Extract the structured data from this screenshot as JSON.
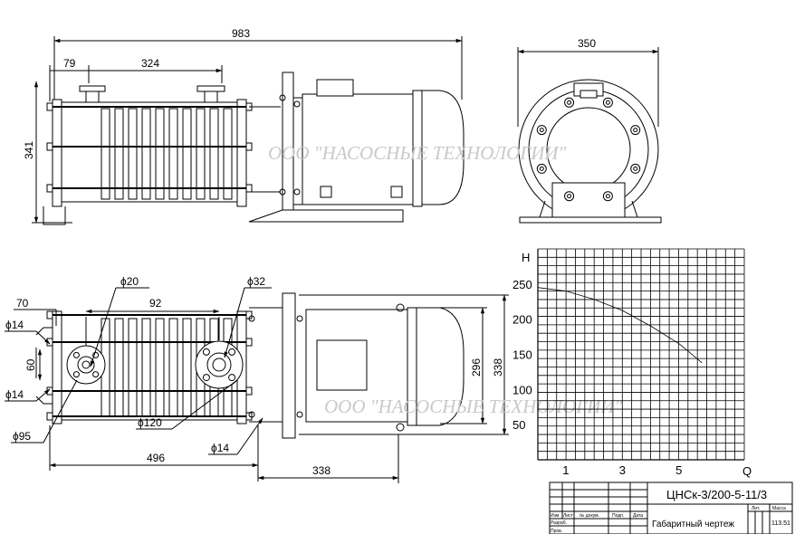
{
  "watermark": "ООО \"НАСОСНЫЕ ТЕХНОЛОГИИ\"",
  "dims": {
    "overall_length": "983",
    "d79": "79",
    "d324": "324",
    "height": "341",
    "width_end": "350",
    "d70": "70",
    "d60": "60",
    "phi14_a": "ϕ14",
    "phi14_b": "ϕ14",
    "phi14_c": "ϕ14",
    "phi95": "ϕ95",
    "phi20": "ϕ20",
    "phi32": "ϕ32",
    "d92": "92",
    "phi120": "ϕ120",
    "d496": "496",
    "d338_bottom": "338",
    "d296": "296",
    "d338_side": "338"
  },
  "chart_data": {
    "type": "line",
    "ylabel": "H",
    "xlabel": "Q",
    "xlim": [
      0,
      7.3
    ],
    "ylim": [
      0,
      300
    ],
    "xticks": [
      1,
      3,
      5
    ],
    "yticks": [
      50,
      100,
      150,
      200,
      250
    ],
    "grid": true,
    "x": [
      0,
      1,
      2,
      3,
      4,
      5,
      5.8
    ],
    "y": [
      245,
      240,
      228,
      212,
      190,
      165,
      138
    ]
  },
  "title_block": {
    "designation": "ЦНСк-3/200-5-11/3",
    "doc_name": "Габаритный чертеж",
    "mass": "113.51",
    "col_izm": "Изм",
    "col_list": "Лист",
    "col_doc": "№ докум.",
    "col_sign": "Подп.",
    "col_date": "Дата",
    "row_razrab": "Разраб.",
    "row_prov": "Пров.",
    "lit": "Лит.",
    "massa": "Масса"
  }
}
